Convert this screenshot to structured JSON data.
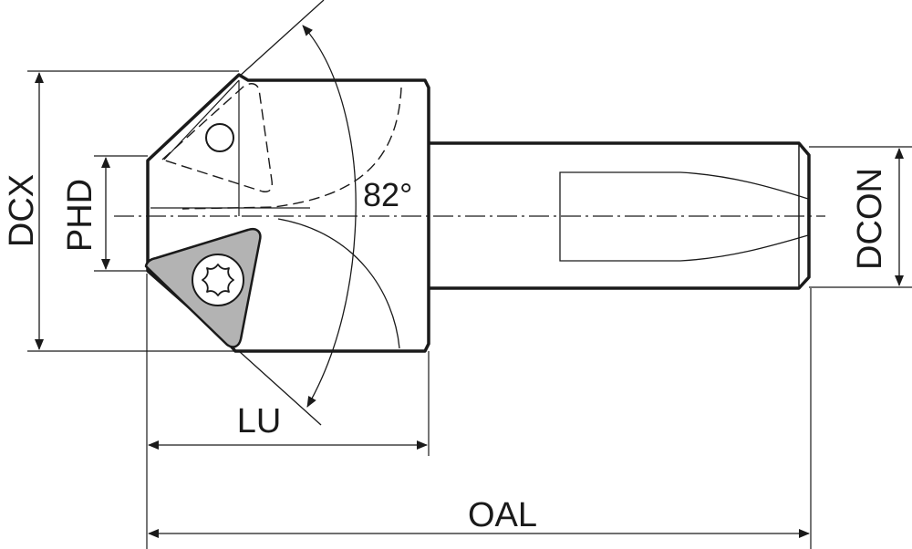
{
  "labels": {
    "dcx": "DCX",
    "phd": "PHD",
    "dcon": "DCON",
    "lu": "LU",
    "oal": "OAL",
    "angle": "82°"
  },
  "colors": {
    "line": "#1a1a1a",
    "insert_fill": "#b3b3b3",
    "background": "#ffffff"
  }
}
